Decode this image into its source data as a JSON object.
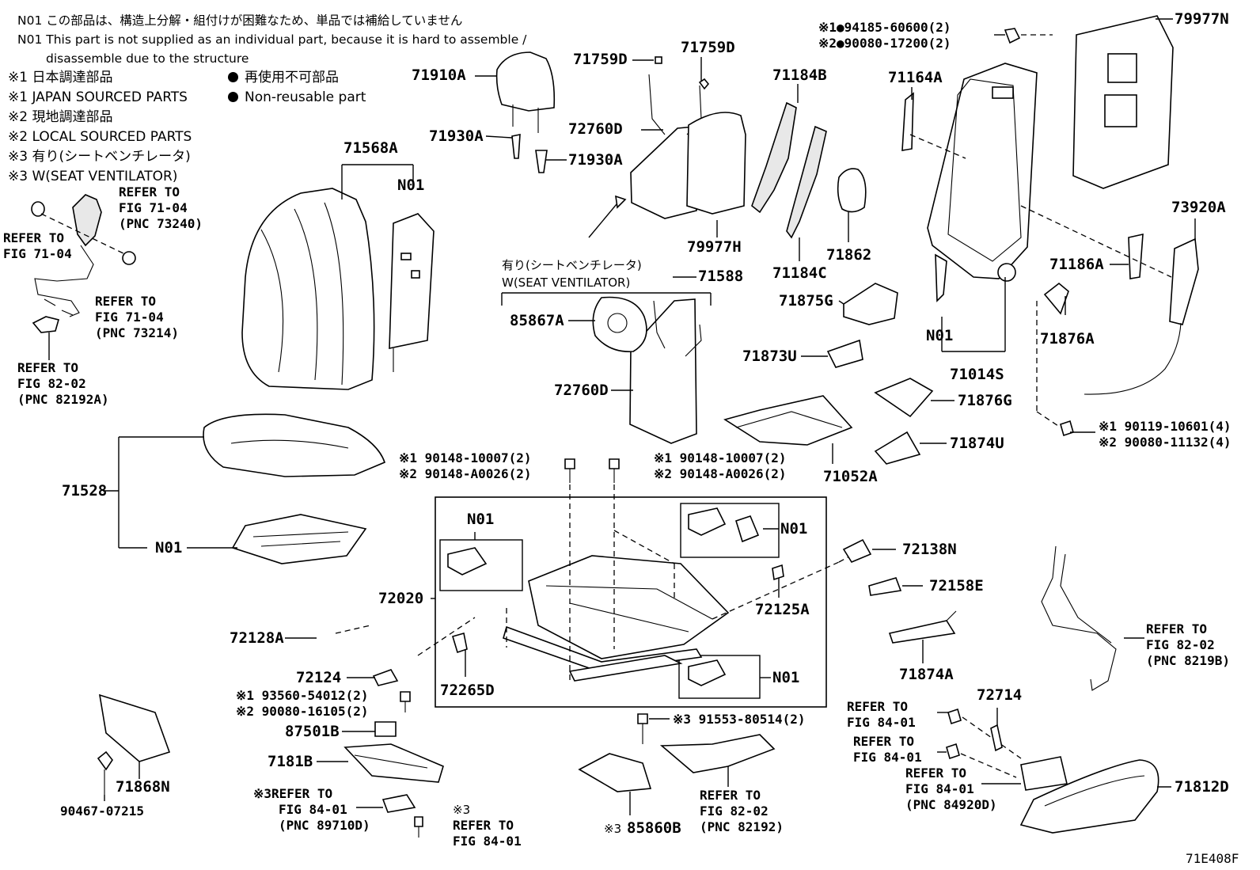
{
  "legend": {
    "n01_jp": "N01 この部品は、構造上分解・組付けが困難なため、単品では補給していません",
    "n01_en_1": "N01 This part is not supplied as an individual part, because it is hard to assemble /",
    "n01_en_2": "disassemble due to the structure",
    "s1_jp": "※1 日本調達部品",
    "s1_en": "※1 JAPAN SOURCED PARTS",
    "s2_jp": "※2 現地調達部品",
    "s2_en": "※2 LOCAL SOURCED PARTS",
    "s3_jp": "※3 有り(シートベンチレータ)",
    "s3_en": "※3 W(SEAT VENTILATOR)",
    "dot_jp": "再使用不可部品",
    "dot_en": "Non-reusable part"
  },
  "ventilator_group": {
    "jp": "有り(シートベンチレータ)",
    "en": "W(SEAT VENTILATOR)"
  },
  "labels": {
    "p71910A": "71910A",
    "p71930A_1": "71930A",
    "p71930A_2": "71930A",
    "p71759D_1": "71759D",
    "p71759D_2": "71759D",
    "p72760D_1": "72760D",
    "p72760D_2": "72760D",
    "p79977H": "79977H",
    "p71588": "71588",
    "p85867A": "85867A",
    "p71184B": "71184B",
    "p71184C": "71184C",
    "p71862": "71862",
    "p71875G": "71875G",
    "p71873U": "71873U",
    "p71164A": "71164A",
    "p71014S": "71014S",
    "p79977N": "79977N",
    "p73920A": "73920A",
    "p71186A": "71186A",
    "p71876A": "71876A",
    "p71876G": "71876G",
    "p71874U": "71874U",
    "p71052A": "71052A",
    "p71568A": "71568A",
    "p71528": "71528",
    "p72020": "72020",
    "p72128A": "72128A",
    "p72265D": "72265D",
    "p72125A": "72125A",
    "p72138N": "72138N",
    "p72158E": "72158E",
    "p71874A": "71874A",
    "p72124": "72124",
    "p87501B": "87501B",
    "p7181B": "7181B",
    "p71868N": "71868N",
    "p85860B": "85860B",
    "p72714": "72714",
    "p71812D": "71812D",
    "n01": "N01",
    "drawing_id": "71E408F"
  },
  "bolts": {
    "b94185": "※1●94185-60600(2)",
    "b90080_17200": "※2●90080-17200(2)",
    "b90119": "※1 90119-10601(4)",
    "b90080_11132": "※2 90080-11132(4)",
    "b90148L1": "※1 90148-10007(2)",
    "b90148L2": "※2 90148-A0026(2)",
    "b90148R1": "※1 90148-10007(2)",
    "b90148R2": "※2 90148-A0026(2)",
    "b93560": "※1 93560-54012(2)",
    "b90080_16105": "※2 90080-16105(2)",
    "b90467": "90467-07215",
    "b91553": "※3 91553-80514(2)",
    "s3_mark": "※3"
  },
  "refs": {
    "refer_to": "REFER TO",
    "fig_71_04": "FIG 71-04",
    "pnc_73240": "(PNC 73240)",
    "pnc_73214": "(PNC 73214)",
    "fig_82_02": "FIG 82-02",
    "pnc_82192A": "(PNC 82192A)",
    "pnc_8219B": "(PNC 8219B)",
    "pnc_82192": "(PNC 82192)",
    "fig_84_01": "FIG 84-01",
    "pnc_89710D": "(PNC 89710D)",
    "pnc_84920D": "(PNC 84920D)",
    "s3_refer_to": "※3REFER TO"
  }
}
